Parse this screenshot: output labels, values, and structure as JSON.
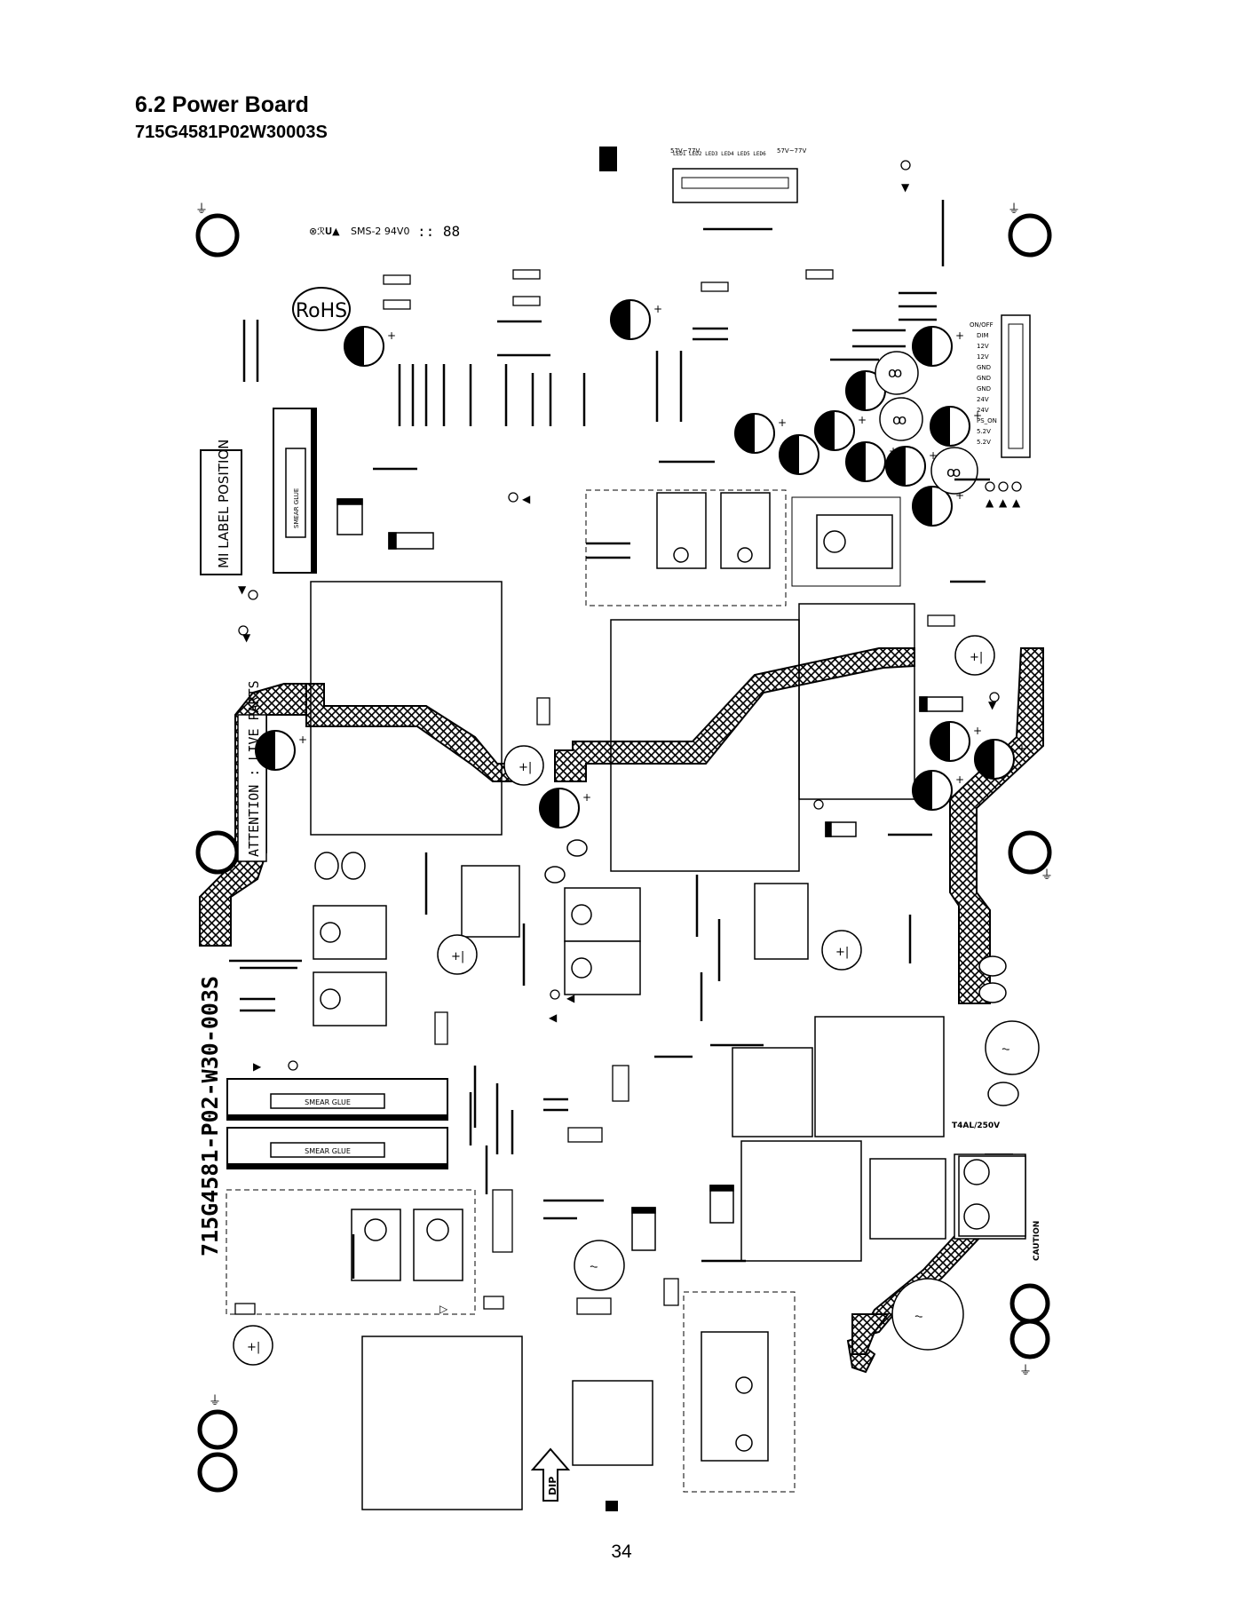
{
  "header": {
    "section_title": "6.2 Power Board",
    "part_number": "715G4581P02W30003S"
  },
  "footer": {
    "page_number": "34"
  },
  "board": {
    "silk_id": "715G4581-P02-W30-003S",
    "mi_label": "MI LABEL POSITION",
    "attention": "ATTENTION : LIVE PARTS",
    "rohs": "RoHS",
    "ul_mark": "SMS-2 94V0",
    "smear_glue": "SMEAR GLUE",
    "dip": "DIP",
    "fuse_rating": "T4AL/250V",
    "caution": "CAUTION",
    "voltage_top_left": "57V~77V",
    "voltage_top_right": "57V~77V",
    "connector_pins": [
      "ON/OFF",
      "DIM",
      "12V",
      "12V",
      "GND",
      "GND",
      "GND",
      "24V",
      "24V",
      "PS_ON",
      "5.2V",
      "5.2V"
    ]
  },
  "colors": {
    "ink": "#000000",
    "paper": "#ffffff"
  },
  "icons": [
    "mounting-hole-icon",
    "ground-symbol-icon",
    "recycle-icon",
    "dip-arrow-icon"
  ]
}
